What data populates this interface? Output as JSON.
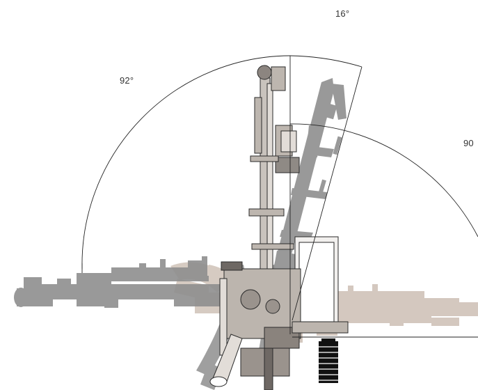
{
  "angles": {
    "left": "92°",
    "top": "16°",
    "right": "90"
  },
  "colors": {
    "arc": "#222222",
    "machine_outline": "#2a2a2a",
    "mast_fill": "#c9c3bd",
    "ghost_gray": "#8f8f8f",
    "ghost_tan": "#cdbfb4",
    "tracks": "#111111"
  }
}
